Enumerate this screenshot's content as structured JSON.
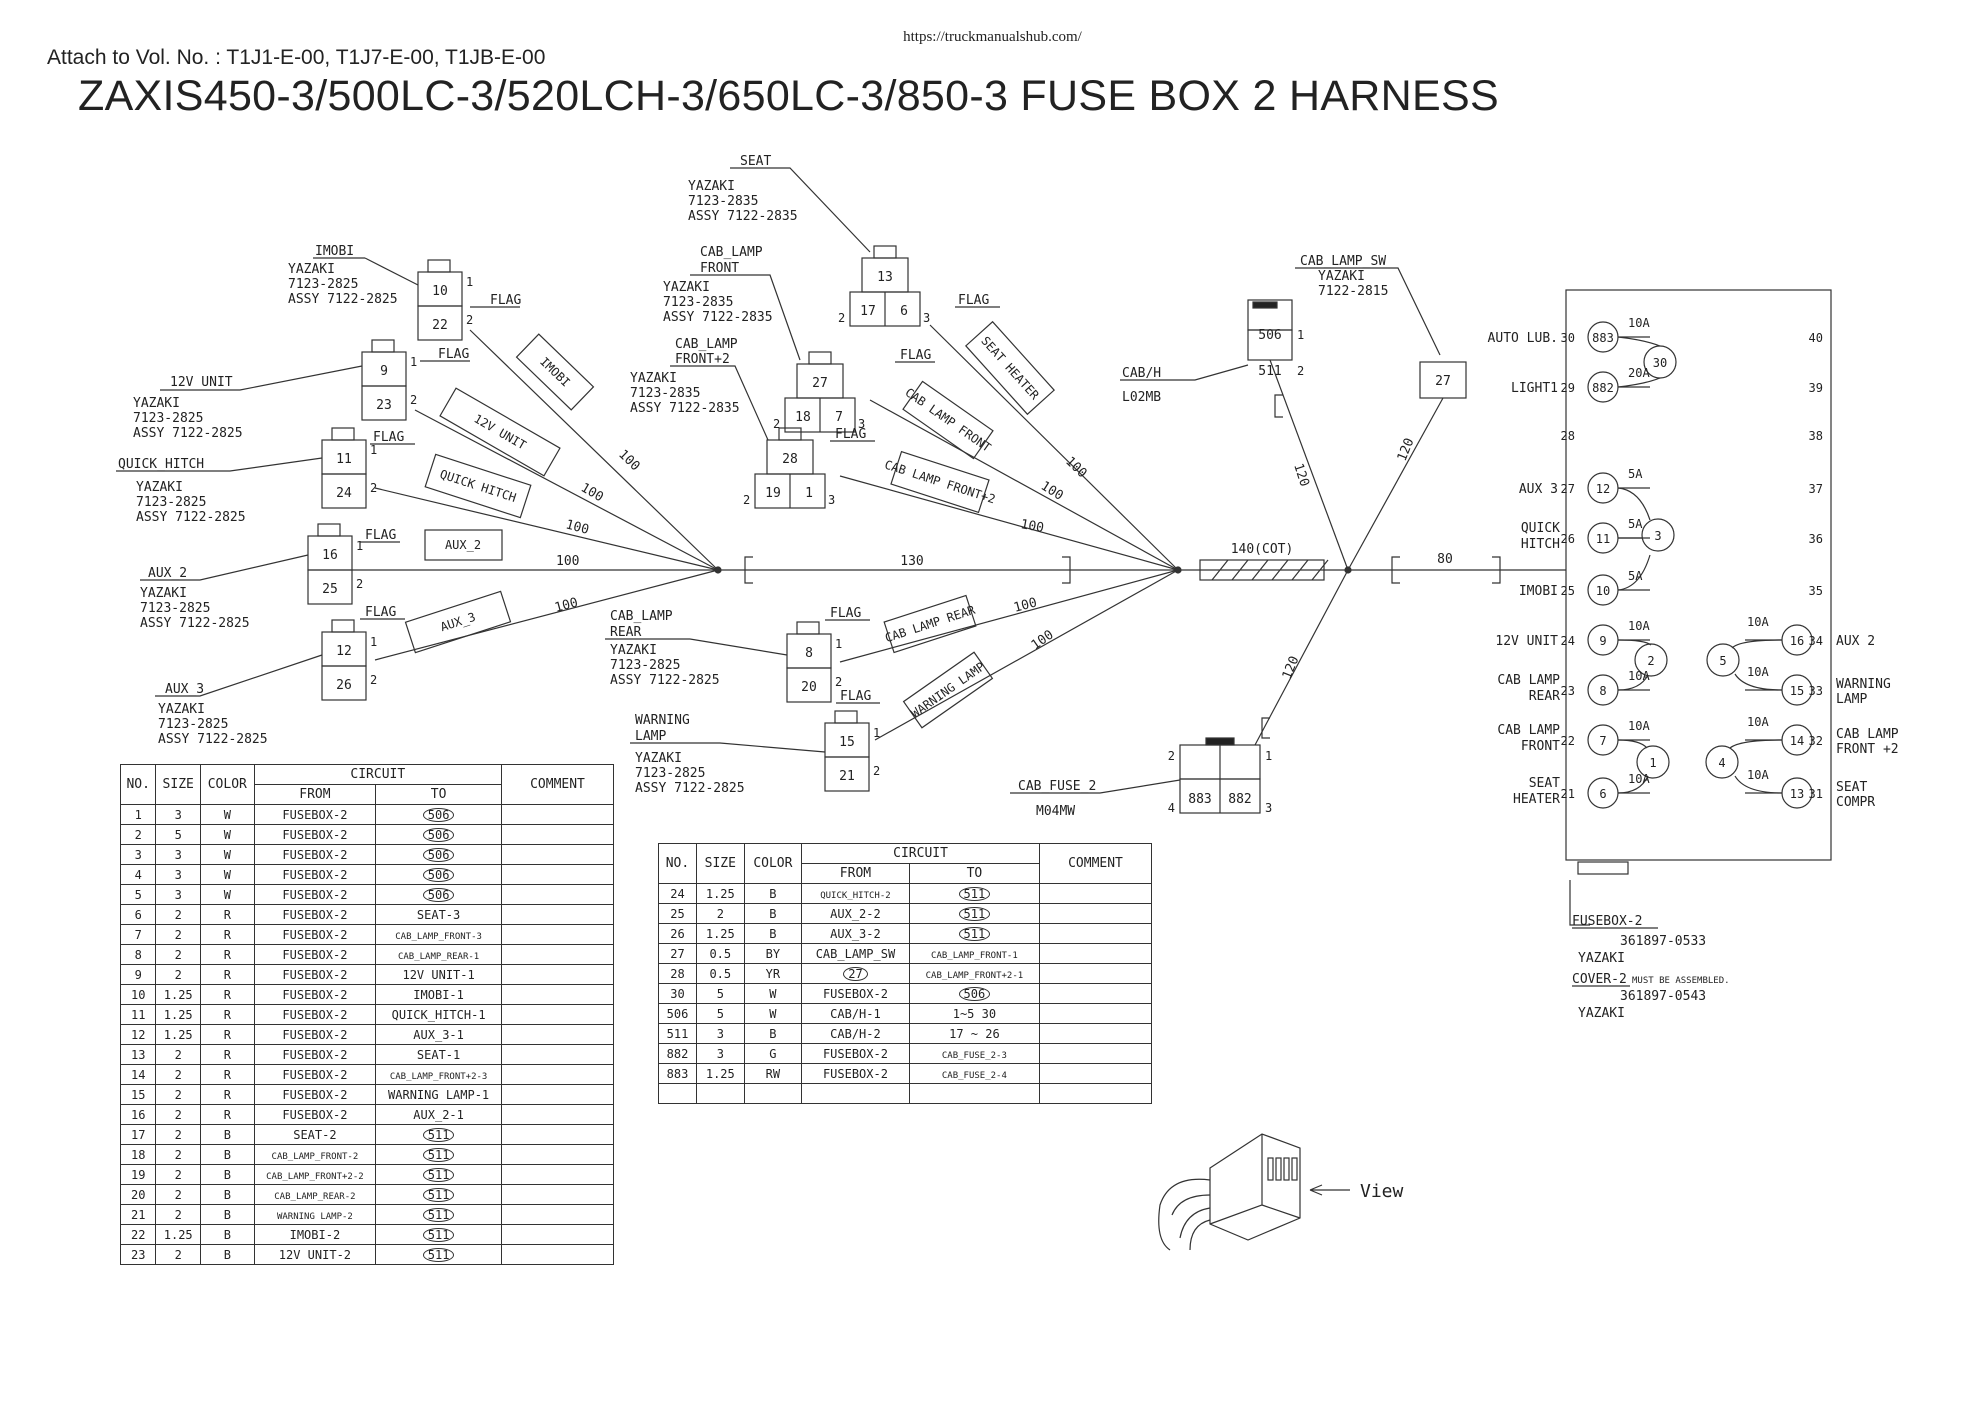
{
  "header": {
    "url": "https://truckmanualshub.com/",
    "attach": "Attach to Vol. No. : T1J1-E-00, T1J7-E-00, T1JB-E-00",
    "title": "ZAXIS450-3/500LC-3/520LCH-3/650LC-3/850-3 FUSE BOX 2 HARNESS"
  },
  "connectors": {
    "imobi": {
      "name": "IMOBI",
      "maker": "YAZAKI",
      "part": "7123-2825",
      "assy": "ASSY 7122-2825",
      "pins": [
        "10",
        "22"
      ],
      "pin_nums": [
        "1",
        "2"
      ],
      "flag": "FLAG",
      "flag_label": "IMOBI",
      "length": "100"
    },
    "unit12v": {
      "name": "12V UNIT",
      "maker": "YAZAKI",
      "part": "7123-2825",
      "assy": "ASSY 7122-2825",
      "pins": [
        "9",
        "23"
      ],
      "pin_nums": [
        "1",
        "2"
      ],
      "flag": "FLAG",
      "flag_label": "12V UNIT",
      "length": "100"
    },
    "quick_hitch": {
      "name": "QUICK_HITCH",
      "maker": "YAZAKI",
      "part": "7123-2825",
      "assy": "ASSY 7122-2825",
      "pins": [
        "11",
        "24"
      ],
      "pin_nums": [
        "1",
        "2"
      ],
      "flag": "FLAG",
      "flag_label": "QUICK HITCH",
      "length": "100"
    },
    "aux2": {
      "name": "AUX_2",
      "maker": "YAZAKI",
      "part": "7123-2825",
      "assy": "ASSY 7122-2825",
      "pins": [
        "16",
        "25"
      ],
      "pin_nums": [
        "1",
        "2"
      ],
      "flag": "FLAG",
      "flag_label": "AUX_2",
      "length": "100"
    },
    "aux3": {
      "name": "AUX_3",
      "maker": "YAZAKI",
      "part": "7123-2825",
      "assy": "ASSY 7122-2825",
      "pins": [
        "12",
        "26"
      ],
      "pin_nums": [
        "1",
        "2"
      ],
      "flag": "FLAG",
      "flag_label": "AUX_3",
      "length": "100"
    },
    "seat": {
      "name": "SEAT",
      "maker": "YAZAKI",
      "part": "7123-2835",
      "assy": "ASSY 7122-2835",
      "pins": [
        "13",
        "17",
        "6"
      ],
      "pin_nums": [
        "2",
        "3"
      ],
      "flag": "FLAG",
      "flag_label": "SEAT HEATER",
      "length": "100"
    },
    "cab_lamp_front": {
      "name": "CAB_LAMP FRONT",
      "maker": "YAZAKI",
      "part": "7123-2835",
      "assy": "ASSY 7122-2835",
      "pins": [
        "27",
        "18",
        "7"
      ],
      "pin_nums": [
        "2",
        "3"
      ],
      "flag": "FLAG",
      "flag_label": "CAB LAMP FRONT",
      "length": "100"
    },
    "cab_lamp_front2": {
      "name": "CAB_LAMP FRONT+2",
      "maker": "YAZAKI",
      "part": "7123-2835",
      "assy": "ASSY 7122-2835",
      "pins": [
        "28",
        "19",
        "1"
      ],
      "pin_nums": [
        "2",
        "3"
      ],
      "flag": "FLAG",
      "flag_label": "CAB LAMP FRONT+2",
      "length": "100"
    },
    "cab_lamp_rear": {
      "name": "CAB_LAMP REAR",
      "maker": "YAZAKI",
      "part": "7123-2825",
      "assy": "ASSY 7122-2825",
      "pins": [
        "8",
        "20"
      ],
      "pin_nums": [
        "1",
        "2"
      ],
      "flag": "FLAG",
      "flag_label": "CAB LAMP REAR",
      "length": "100"
    },
    "warning_lamp": {
      "name": "WARNING LAMP",
      "maker": "YAZAKI",
      "part": "7123-2825",
      "assy": "ASSY 7122-2825",
      "pins": [
        "15",
        "21"
      ],
      "pin_nums": [
        "1",
        "2"
      ],
      "flag": "FLAG",
      "flag_label": "WARNING LAMP",
      "length": "100"
    },
    "cab_h": {
      "name": "CAB/H",
      "part": "L02MB",
      "pins": [
        "506",
        "511"
      ],
      "pin_nums": [
        "1",
        "2"
      ],
      "length": "120"
    },
    "cab_lamp_sw": {
      "name": "CAB_LAMP_SW",
      "maker": "YAZAKI",
      "part": "7122-2815",
      "pins": [
        "27"
      ],
      "length": "120"
    },
    "cab_fuse2": {
      "name": "CAB_FUSE_2",
      "part": "M04MW",
      "pins": [
        "883",
        "882"
      ],
      "pin_nums": [
        "1",
        "2",
        "3",
        "4"
      ],
      "length": "120"
    }
  },
  "trunk": {
    "seg1": "130",
    "cot": "140(COT)",
    "seg2": "80"
  },
  "fusebox": {
    "left_labels": [
      {
        "text": "AUTO LUB.",
        "num": "30",
        "circle": "883",
        "amp": "10A"
      },
      {
        "text": "LIGHT1",
        "num": "29",
        "circle": "882",
        "amp": "20A"
      },
      {
        "text": "",
        "num": "28",
        "circle": "",
        "amp": ""
      },
      {
        "text": "AUX 3",
        "num": "27",
        "circle": "12",
        "amp": "5A"
      },
      {
        "text": "QUICK HITCH",
        "num": "26",
        "circle": "11",
        "amp": "5A"
      },
      {
        "text": "IMOBI",
        "num": "25",
        "circle": "10",
        "amp": "5A"
      },
      {
        "text": "12V UNIT",
        "num": "24",
        "circle": "9",
        "amp": "10A"
      },
      {
        "text": "CAB LAMP REAR",
        "num": "23",
        "circle": "8",
        "amp": "10A"
      },
      {
        "text": "CAB LAMP FRONT",
        "num": "22",
        "circle": "7",
        "amp": "10A"
      },
      {
        "text": "SEAT HEATER",
        "num": "21",
        "circle": "6",
        "amp": "10A"
      }
    ],
    "right_labels": [
      {
        "text": "",
        "num": "40"
      },
      {
        "text": "",
        "num": "39"
      },
      {
        "text": "",
        "num": "38"
      },
      {
        "text": "",
        "num": "37"
      },
      {
        "text": "",
        "num": "36"
      },
      {
        "text": "",
        "num": "35"
      },
      {
        "text": "AUX 2",
        "num": "34",
        "circle": "16",
        "amp": "10A"
      },
      {
        "text": "WARNING LAMP",
        "num": "33",
        "circle": "15",
        "amp": "10A"
      },
      {
        "text": "CAB LAMP FRONT +2",
        "num": "32",
        "circle": "14",
        "amp": "10A"
      },
      {
        "text": "SEAT COMPR",
        "num": "31",
        "circle": "13",
        "amp": "10A"
      }
    ],
    "centers": [
      "30",
      "3",
      "2",
      "1",
      "5",
      "4"
    ],
    "fusebox_name": "FUSEBOX-2",
    "fusebox_part": "361897-0533",
    "fusebox_maker": "YAZAKI",
    "cover_name": "COVER-2",
    "cover_note": "MUST BE ASSEMBLED.",
    "cover_part": "361897-0543",
    "cover_maker": "YAZAKI"
  },
  "view_label": "View",
  "table_headers": {
    "no": "NO.",
    "size": "SIZE",
    "color": "COLOR",
    "circuit": "CIRCUIT",
    "from": "FROM",
    "to": "TO",
    "comment": "COMMENT"
  },
  "table1": [
    [
      "1",
      "3",
      "W",
      "FUSEBOX-2",
      "506"
    ],
    [
      "2",
      "5",
      "W",
      "FUSEBOX-2",
      "506"
    ],
    [
      "3",
      "3",
      "W",
      "FUSEBOX-2",
      "506"
    ],
    [
      "4",
      "3",
      "W",
      "FUSEBOX-2",
      "506"
    ],
    [
      "5",
      "3",
      "W",
      "FUSEBOX-2",
      "506"
    ],
    [
      "6",
      "2",
      "R",
      "FUSEBOX-2",
      "SEAT-3"
    ],
    [
      "7",
      "2",
      "R",
      "FUSEBOX-2",
      "CAB_LAMP_FRONT-3"
    ],
    [
      "8",
      "2",
      "R",
      "FUSEBOX-2",
      "CAB_LAMP_REAR-1"
    ],
    [
      "9",
      "2",
      "R",
      "FUSEBOX-2",
      "12V UNIT-1"
    ],
    [
      "10",
      "1.25",
      "R",
      "FUSEBOX-2",
      "IMOBI-1"
    ],
    [
      "11",
      "1.25",
      "R",
      "FUSEBOX-2",
      "QUICK_HITCH-1"
    ],
    [
      "12",
      "1.25",
      "R",
      "FUSEBOX-2",
      "AUX_3-1"
    ],
    [
      "13",
      "2",
      "R",
      "FUSEBOX-2",
      "SEAT-1"
    ],
    [
      "14",
      "2",
      "R",
      "FUSEBOX-2",
      "CAB_LAMP_FRONT+2-3"
    ],
    [
      "15",
      "2",
      "R",
      "FUSEBOX-2",
      "WARNING LAMP-1"
    ],
    [
      "16",
      "2",
      "R",
      "FUSEBOX-2",
      "AUX_2-1"
    ],
    [
      "17",
      "2",
      "B",
      "SEAT-2",
      "511"
    ],
    [
      "18",
      "2",
      "B",
      "CAB_LAMP_FRONT-2",
      "511"
    ],
    [
      "19",
      "2",
      "B",
      "CAB_LAMP_FRONT+2-2",
      "511"
    ],
    [
      "20",
      "2",
      "B",
      "CAB_LAMP_REAR-2",
      "511"
    ],
    [
      "21",
      "2",
      "B",
      "WARNING LAMP-2",
      "511"
    ],
    [
      "22",
      "1.25",
      "B",
      "IMOBI-2",
      "511"
    ],
    [
      "23",
      "2",
      "B",
      "12V UNIT-2",
      "511"
    ]
  ],
  "table2": [
    [
      "24",
      "1.25",
      "B",
      "QUICK_HITCH-2",
      "511"
    ],
    [
      "25",
      "2",
      "B",
      "AUX_2-2",
      "511"
    ],
    [
      "26",
      "1.25",
      "B",
      "AUX_3-2",
      "511"
    ],
    [
      "27",
      "0.5",
      "BY",
      "CAB_LAMP_SW",
      "CAB_LAMP_FRONT-1"
    ],
    [
      "28",
      "0.5",
      "YR",
      "27",
      "CAB_LAMP_FRONT+2-1"
    ],
    [
      "30",
      "5",
      "W",
      "FUSEBOX-2",
      "506"
    ],
    [
      "506",
      "5",
      "W",
      "CAB/H-1",
      "1~5 30"
    ],
    [
      "511",
      "3",
      "B",
      "CAB/H-2",
      "17 ~ 26"
    ],
    [
      "882",
      "3",
      "G",
      "FUSEBOX-2",
      "CAB_FUSE_2-3"
    ],
    [
      "883",
      "1.25",
      "RW",
      "FUSEBOX-2",
      "CAB_FUSE_2-4"
    ],
    [
      "",
      "",
      "",
      "",
      ""
    ]
  ]
}
